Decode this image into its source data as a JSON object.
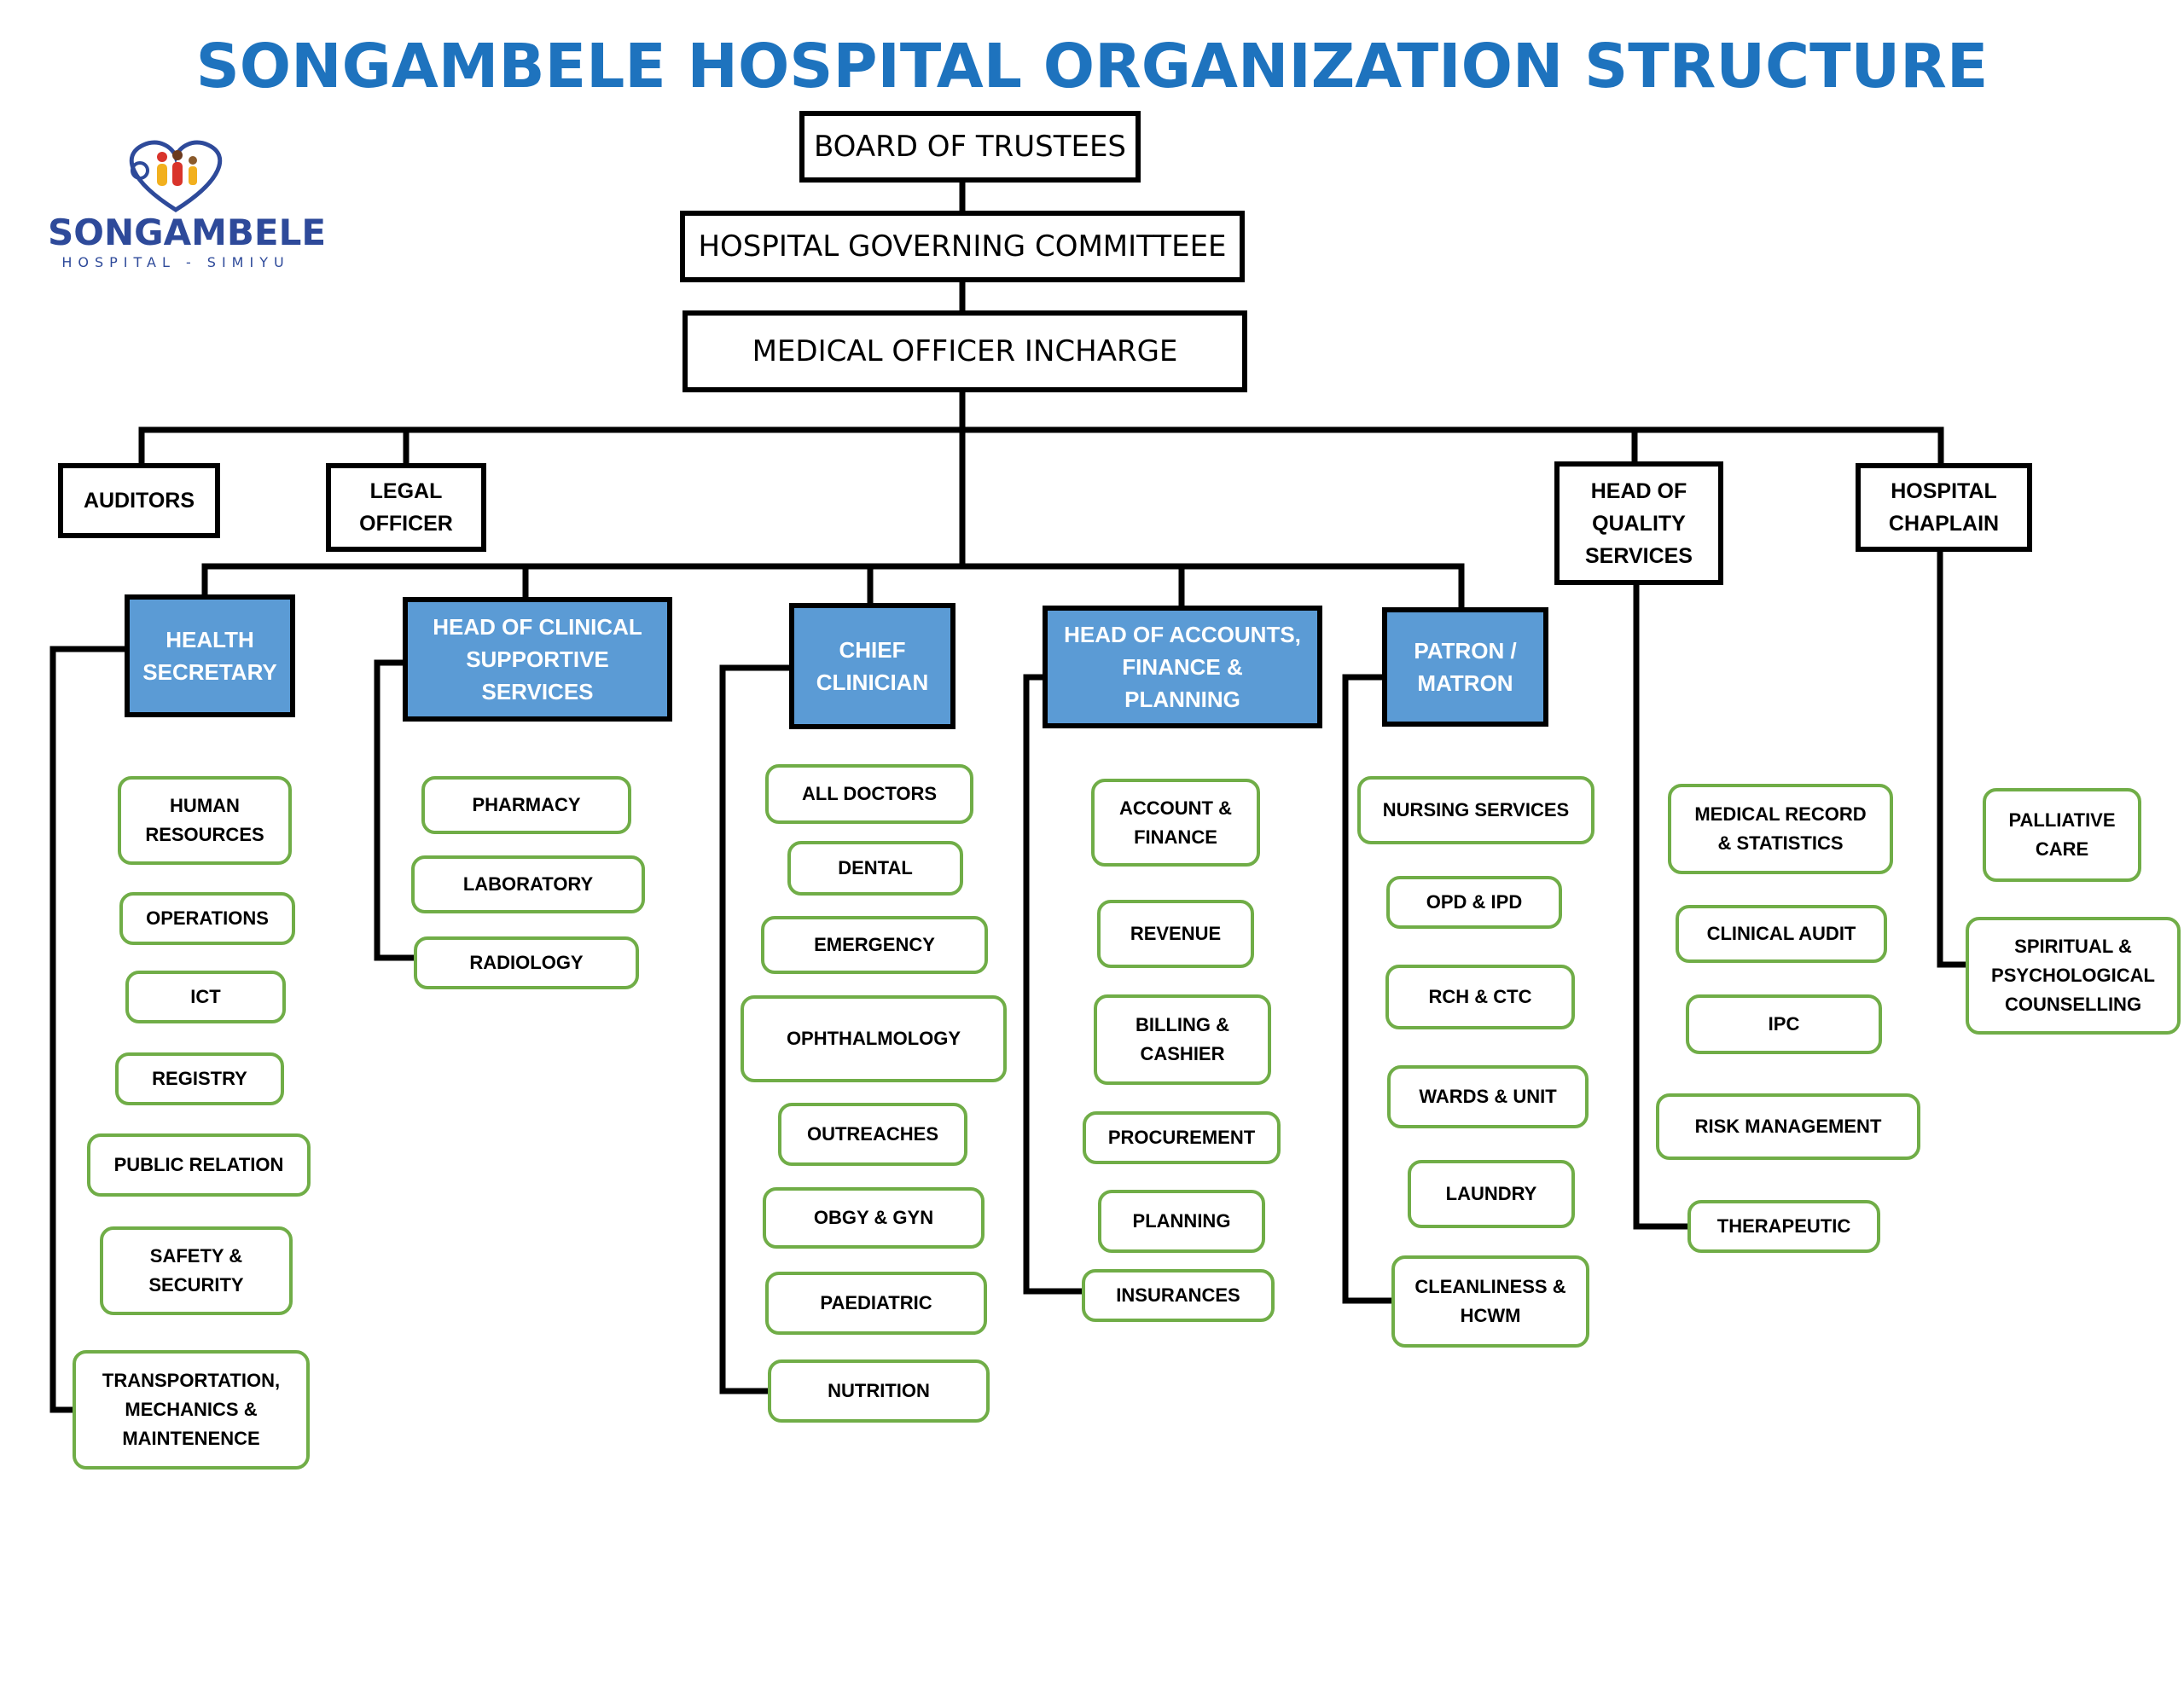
{
  "title": "SONGAMBELE HOSPITAL ORGANIZATION STRUCTURE",
  "logo": {
    "wordmark": "SONGAMBELE",
    "subtitle": "HOSPITAL - SIMIYU"
  },
  "colors": {
    "title": "#1E73BE",
    "head_fill": "#5B9BD5",
    "unit_border": "#70AD47",
    "connector": "#000000"
  },
  "top_chain": {
    "board": "BOARD OF TRUSTEES",
    "committee": "HOSPITAL GOVERNING COMMITTEEE",
    "moi": "MEDICAL OFFICER INCHARGE"
  },
  "staff": {
    "auditors": "AUDITORS",
    "legal": [
      "LEGAL",
      "OFFICER"
    ],
    "quality": [
      "HEAD OF",
      "QUALITY",
      "SERVICES"
    ],
    "chaplain": [
      "HOSPITAL",
      "CHAPLAIN"
    ]
  },
  "heads": {
    "health_secretary": [
      "HEALTH",
      "SECRETARY"
    ],
    "clinical_support": [
      "HEAD OF CLINICAL",
      "SUPPORTIVE",
      "SERVICES"
    ],
    "chief_clinician": [
      "CHIEF",
      "CLINICIAN"
    ],
    "accounts": [
      "HEAD OF ACCOUNTS,",
      "FINANCE &",
      "PLANNING"
    ],
    "patron": [
      "PATRON /",
      "MATRON"
    ]
  },
  "units": {
    "health_secretary": [
      [
        "HUMAN",
        "RESOURCES"
      ],
      [
        "OPERATIONS"
      ],
      [
        "ICT"
      ],
      [
        "REGISTRY"
      ],
      [
        "PUBLIC RELATION"
      ],
      [
        "SAFETY &",
        "SECURITY"
      ],
      [
        "TRANSPORTATION,",
        "MECHANICS &",
        "MAINTENENCE"
      ]
    ],
    "clinical_support": [
      [
        "PHARMACY"
      ],
      [
        "LABORATORY"
      ],
      [
        "RADIOLOGY"
      ]
    ],
    "chief_clinician": [
      [
        "ALL DOCTORS"
      ],
      [
        "DENTAL"
      ],
      [
        "EMERGENCY"
      ],
      [
        "OPHTHALMOLOGY"
      ],
      [
        "OUTREACHES"
      ],
      [
        "OBGY & GYN"
      ],
      [
        "PAEDIATRIC"
      ],
      [
        "NUTRITION"
      ]
    ],
    "accounts": [
      [
        "ACCOUNT &",
        "FINANCE"
      ],
      [
        "REVENUE"
      ],
      [
        "BILLING &",
        "CASHIER"
      ],
      [
        "PROCUREMENT"
      ],
      [
        "PLANNING"
      ],
      [
        "INSURANCES"
      ]
    ],
    "patron": [
      [
        "NURSING SERVICES"
      ],
      [
        "OPD & IPD"
      ],
      [
        "RCH & CTC"
      ],
      [
        "WARDS & UNIT"
      ],
      [
        "LAUNDRY"
      ],
      [
        "CLEANLINESS &",
        "HCWM"
      ]
    ],
    "quality": [
      [
        "MEDICAL RECORD",
        "& STATISTICS"
      ],
      [
        "CLINICAL AUDIT"
      ],
      [
        "IPC"
      ],
      [
        "RISK MANAGEMENT"
      ],
      [
        "THERAPEUTIC"
      ]
    ],
    "chaplain": [
      [
        "PALLIATIVE",
        "CARE"
      ],
      [
        "SPIRITUAL &",
        "PSYCHOLOGICAL",
        "COUNSELLING"
      ]
    ]
  }
}
